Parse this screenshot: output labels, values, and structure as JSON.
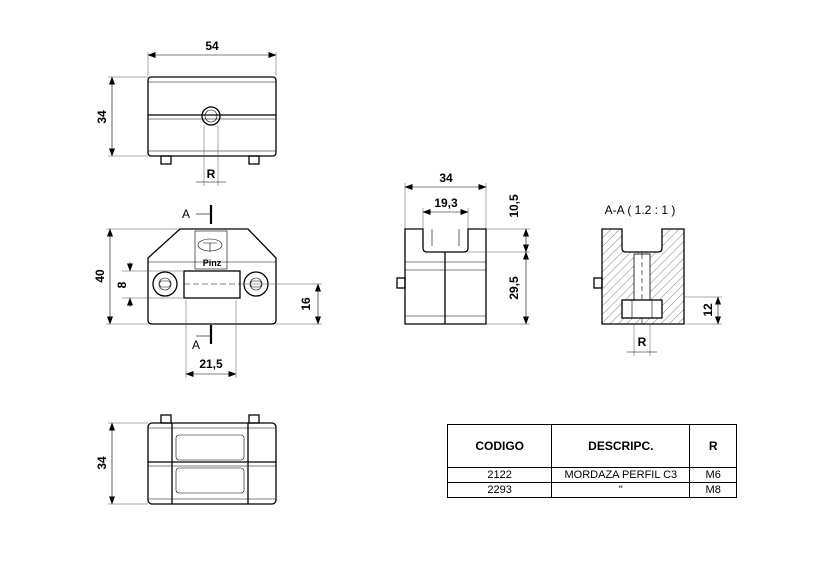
{
  "dimensions": {
    "top_width": "54",
    "top_height": "34",
    "top_r": "R",
    "front_height": "40",
    "front_slot": "8",
    "front_center": "21,5",
    "front_right": "16",
    "side_width": "34",
    "side_slot": "19,3",
    "side_top": "10,5",
    "side_body": "29,5",
    "section_nut": "12",
    "section_r": "R",
    "bottom_height": "34"
  },
  "section": {
    "marker_top": "A",
    "marker_bottom": "A",
    "title": "A-A ( 1.2 : 1 )"
  },
  "logo": {
    "brand": "Pinz"
  },
  "table": {
    "headers": [
      "CODIGO",
      "DESCRIPC.",
      "R"
    ],
    "rows": [
      [
        "2122",
        "MORDAZA PERFIL C3",
        "M6"
      ],
      [
        "2293",
        "\"",
        "M8"
      ]
    ]
  }
}
